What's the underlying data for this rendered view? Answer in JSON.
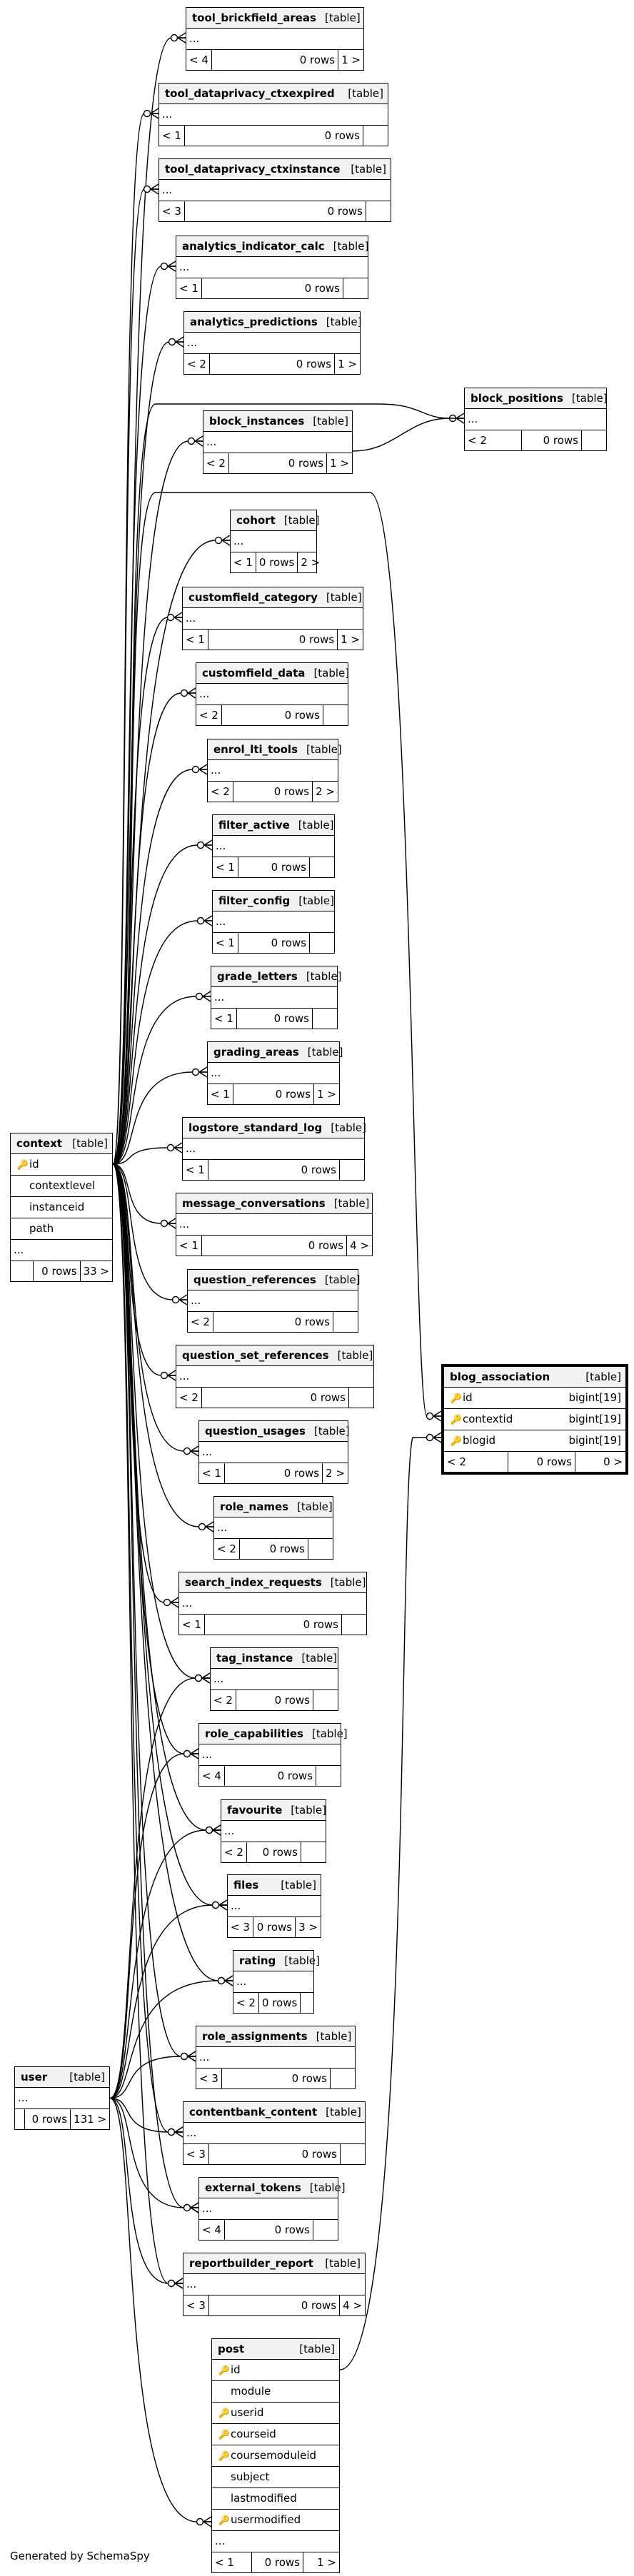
{
  "footer_credit": "Generated by SchemaSpy",
  "blog_association": {
    "name": "blog_association",
    "kind": "[table]",
    "columns": [
      {
        "name": "id",
        "type": "bigint[19]",
        "key": "pk"
      },
      {
        "name": "contextid",
        "type": "bigint[19]",
        "key": "fk"
      },
      {
        "name": "blogid",
        "type": "bigint[19]",
        "key": "fk"
      }
    ],
    "footer": {
      "parents": "< 2",
      "rows": "0 rows",
      "children": "0 >"
    }
  },
  "context": {
    "name": "context",
    "kind": "[table]",
    "rows": [
      "id",
      "contextlevel",
      "instanceid",
      "path",
      "..."
    ],
    "footer": {
      "parents": "",
      "rows": "0 rows",
      "children": "33 >"
    }
  },
  "user": {
    "name": "user",
    "kind": "[table]",
    "rows": [
      "..."
    ],
    "footer": {
      "parents": "",
      "rows": "0 rows",
      "children": "131 >"
    }
  },
  "block_positions": {
    "name": "block_positions",
    "kind": "[table]",
    "rows": [
      "..."
    ],
    "footer": {
      "parents": "< 2",
      "rows": "0 rows",
      "children": ""
    }
  },
  "post": {
    "name": "post",
    "kind": "[table]",
    "rows": [
      {
        "name": "id",
        "key": "pk"
      },
      {
        "name": "module",
        "key": ""
      },
      {
        "name": "userid",
        "key": "fk"
      },
      {
        "name": "courseid",
        "key": "fk"
      },
      {
        "name": "coursemoduleid",
        "key": "fk"
      },
      {
        "name": "subject",
        "key": ""
      },
      {
        "name": "lastmodified",
        "key": ""
      },
      {
        "name": "usermodified",
        "key": "fk"
      },
      {
        "name": "...",
        "key": ""
      }
    ],
    "footer": {
      "parents": "< 1",
      "rows": "0 rows",
      "children": "1 >"
    }
  },
  "tables": [
    {
      "name": "tool_brickfield_areas",
      "kind": "[table]",
      "dots": "...",
      "parents": "< 4",
      "rows": "0 rows",
      "children": "1 >"
    },
    {
      "name": "tool_dataprivacy_ctxexpired",
      "kind": "[table]",
      "dots": "...",
      "parents": "< 1",
      "rows": "0 rows",
      "children": ""
    },
    {
      "name": "tool_dataprivacy_ctxinstance",
      "kind": "[table]",
      "dots": "...",
      "parents": "< 3",
      "rows": "0 rows",
      "children": ""
    },
    {
      "name": "analytics_indicator_calc",
      "kind": "[table]",
      "dots": "...",
      "parents": "< 1",
      "rows": "0 rows",
      "children": ""
    },
    {
      "name": "analytics_predictions",
      "kind": "[table]",
      "dots": "...",
      "parents": "< 2",
      "rows": "0 rows",
      "children": "1 >"
    },
    {
      "name": "block_instances",
      "kind": "[table]",
      "dots": "...",
      "parents": "< 2",
      "rows": "0 rows",
      "children": "1 >"
    },
    {
      "name": "cohort",
      "kind": "[table]",
      "dots": "...",
      "parents": "< 1",
      "rows": "0 rows",
      "children": "2 >"
    },
    {
      "name": "customfield_category",
      "kind": "[table]",
      "dots": "...",
      "parents": "< 1",
      "rows": "0 rows",
      "children": "1 >"
    },
    {
      "name": "customfield_data",
      "kind": "[table]",
      "dots": "...",
      "parents": "< 2",
      "rows": "0 rows",
      "children": ""
    },
    {
      "name": "enrol_lti_tools",
      "kind": "[table]",
      "dots": "...",
      "parents": "< 2",
      "rows": "0 rows",
      "children": "2 >"
    },
    {
      "name": "filter_active",
      "kind": "[table]",
      "dots": "...",
      "parents": "< 1",
      "rows": "0 rows",
      "children": ""
    },
    {
      "name": "filter_config",
      "kind": "[table]",
      "dots": "...",
      "parents": "< 1",
      "rows": "0 rows",
      "children": ""
    },
    {
      "name": "grade_letters",
      "kind": "[table]",
      "dots": "...",
      "parents": "< 1",
      "rows": "0 rows",
      "children": ""
    },
    {
      "name": "grading_areas",
      "kind": "[table]",
      "dots": "...",
      "parents": "< 1",
      "rows": "0 rows",
      "children": "1 >"
    },
    {
      "name": "logstore_standard_log",
      "kind": "[table]",
      "dots": "...",
      "parents": "< 1",
      "rows": "0 rows",
      "children": ""
    },
    {
      "name": "message_conversations",
      "kind": "[table]",
      "dots": "...",
      "parents": "< 1",
      "rows": "0 rows",
      "children": "4 >"
    },
    {
      "name": "question_references",
      "kind": "[table]",
      "dots": "...",
      "parents": "< 2",
      "rows": "0 rows",
      "children": ""
    },
    {
      "name": "question_set_references",
      "kind": "[table]",
      "dots": "...",
      "parents": "< 2",
      "rows": "0 rows",
      "children": ""
    },
    {
      "name": "question_usages",
      "kind": "[table]",
      "dots": "...",
      "parents": "< 1",
      "rows": "0 rows",
      "children": "2 >"
    },
    {
      "name": "role_names",
      "kind": "[table]",
      "dots": "...",
      "parents": "< 2",
      "rows": "0 rows",
      "children": ""
    },
    {
      "name": "search_index_requests",
      "kind": "[table]",
      "dots": "...",
      "parents": "< 1",
      "rows": "0 rows",
      "children": ""
    },
    {
      "name": "tag_instance",
      "kind": "[table]",
      "dots": "...",
      "parents": "< 2",
      "rows": "0 rows",
      "children": ""
    },
    {
      "name": "role_capabilities",
      "kind": "[table]",
      "dots": "...",
      "parents": "< 4",
      "rows": "0 rows",
      "children": ""
    },
    {
      "name": "favourite",
      "kind": "[table]",
      "dots": "...",
      "parents": "< 2",
      "rows": "0 rows",
      "children": ""
    },
    {
      "name": "files",
      "kind": "[table]",
      "dots": "...",
      "parents": "< 3",
      "rows": "0 rows",
      "children": "3 >"
    },
    {
      "name": "rating",
      "kind": "[table]",
      "dots": "...",
      "parents": "< 2",
      "rows": "0 rows",
      "children": ""
    },
    {
      "name": "role_assignments",
      "kind": "[table]",
      "dots": "...",
      "parents": "< 3",
      "rows": "0 rows",
      "children": ""
    },
    {
      "name": "contentbank_content",
      "kind": "[table]",
      "dots": "...",
      "parents": "< 3",
      "rows": "0 rows",
      "children": ""
    },
    {
      "name": "external_tokens",
      "kind": "[table]",
      "dots": "...",
      "parents": "< 4",
      "rows": "0 rows",
      "children": ""
    },
    {
      "name": "reportbuilder_report",
      "kind": "[table]",
      "dots": "...",
      "parents": "< 3",
      "rows": "0 rows",
      "children": "4 >"
    }
  ]
}
